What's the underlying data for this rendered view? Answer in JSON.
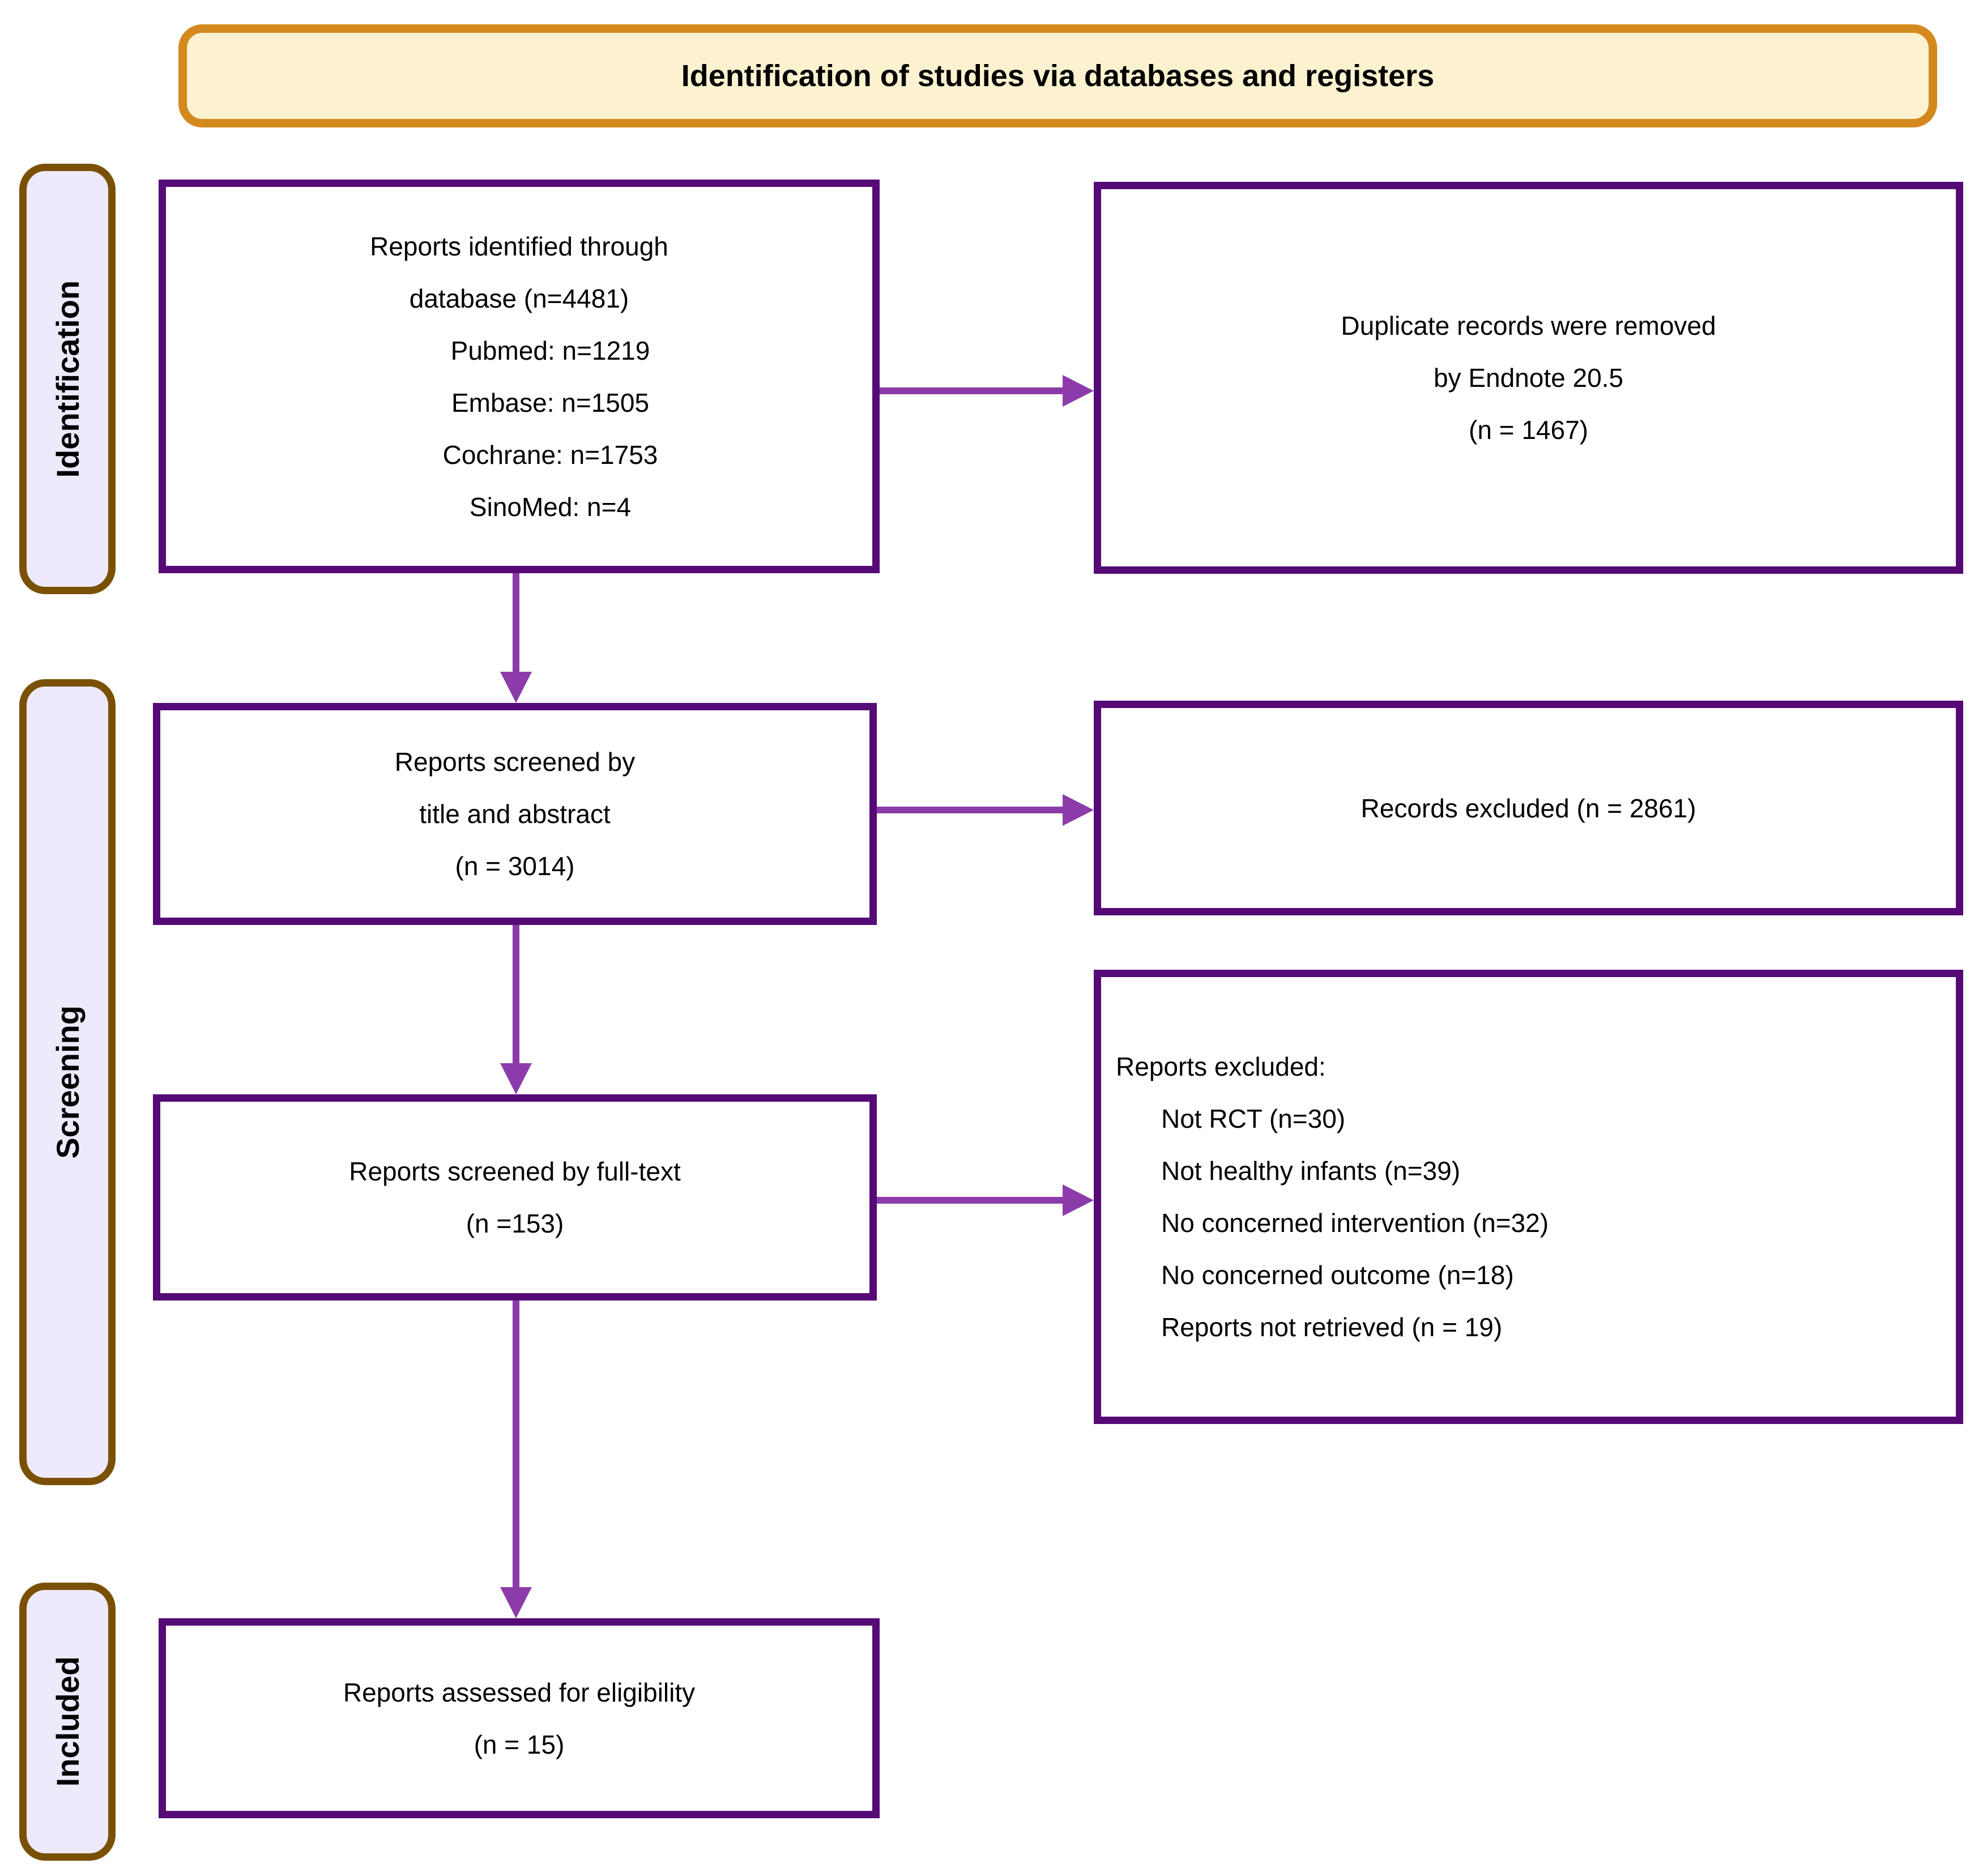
{
  "colors": {
    "page_bg": "#ffffff",
    "text": "#000000",
    "banner_bg": "#fcf2d0",
    "banner_border": "#d4891e",
    "stage_bg": "#eee9fb",
    "stage_border": "#7a5104",
    "box_border": "#560a76",
    "arrow": "#8c3caa"
  },
  "banner": {
    "title": "Identification of studies via databases and registers"
  },
  "stages": [
    {
      "label": "Identification"
    },
    {
      "label": "Screening"
    },
    {
      "label": "Included"
    }
  ],
  "boxes": {
    "identified": {
      "lines": [
        "Reports identified through",
        "database (n=4481)"
      ],
      "sources": [
        "Pubmed: n=1219",
        "Embase: n=1505",
        "Cochrane: n=1753",
        "SinoMed: n=4"
      ]
    },
    "duplicates": {
      "lines": [
        "Duplicate records were removed",
        "by Endnote 20.5",
        "(n = 1467)"
      ]
    },
    "screened_title_abstract": {
      "lines": [
        "Reports screened by",
        "title and abstract",
        "(n = 3014)"
      ]
    },
    "records_excluded": {
      "lines": [
        "Records excluded (n = 2861)"
      ]
    },
    "screened_full_text": {
      "lines": [
        "Reports screened by full-text",
        "(n =153)"
      ]
    },
    "reports_excluded": {
      "heading": "Reports excluded:",
      "reasons": [
        "Not RCT (n=30)",
        "Not healthy infants (n=39)",
        "No concerned intervention (n=32)",
        "No concerned outcome (n=18)",
        "Reports not retrieved (n = 19)"
      ]
    },
    "assessed_eligibility": {
      "lines": [
        "Reports assessed for eligibility",
        "(n = 15)"
      ]
    }
  }
}
